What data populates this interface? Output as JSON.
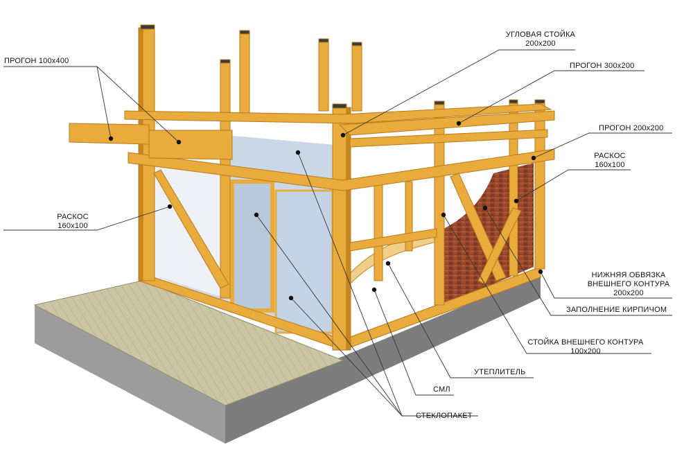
{
  "labels": {
    "progon_100x400": "ПРОГОН 100х400",
    "corner_post": "УГЛОВАЯ СТОЙКА",
    "corner_post_size": "200х200",
    "progon_300x200": "ПРОГОН 300х200",
    "progon_200x200": "ПРОГОН 200х200",
    "brace_right": "РАСКОС",
    "brace_right_size": "160х100",
    "brace_left": "РАСКОС",
    "brace_left_size": "160х100",
    "bottom_plate_line1": "НИЖНЯЯ ОБВЯЗКА",
    "bottom_plate_line2": "ВНЕШНЕГО КОНТУРА",
    "bottom_plate_size": "200х200",
    "brick_infill": "ЗАПОЛНЕНИЕ КИРПИЧОМ",
    "outer_post": "СТОЙКА ВНЕШНЕГО КОНТУРА",
    "outer_post_size": "100х200",
    "insulation": "УТЕПЛИТЕЛЬ",
    "sml": "СМЛ",
    "glazing": "СТЕКЛОПАКЕТ"
  },
  "colors": {
    "timber": "#e8ab3c",
    "timber_dark": "#c7861f",
    "timber_light": "#f4c866",
    "brick": "#9b4a2e",
    "glass": "#c9d7e6",
    "concrete": "#9a9a9a",
    "deck": "#c9c5a5",
    "leader": "#333333"
  }
}
